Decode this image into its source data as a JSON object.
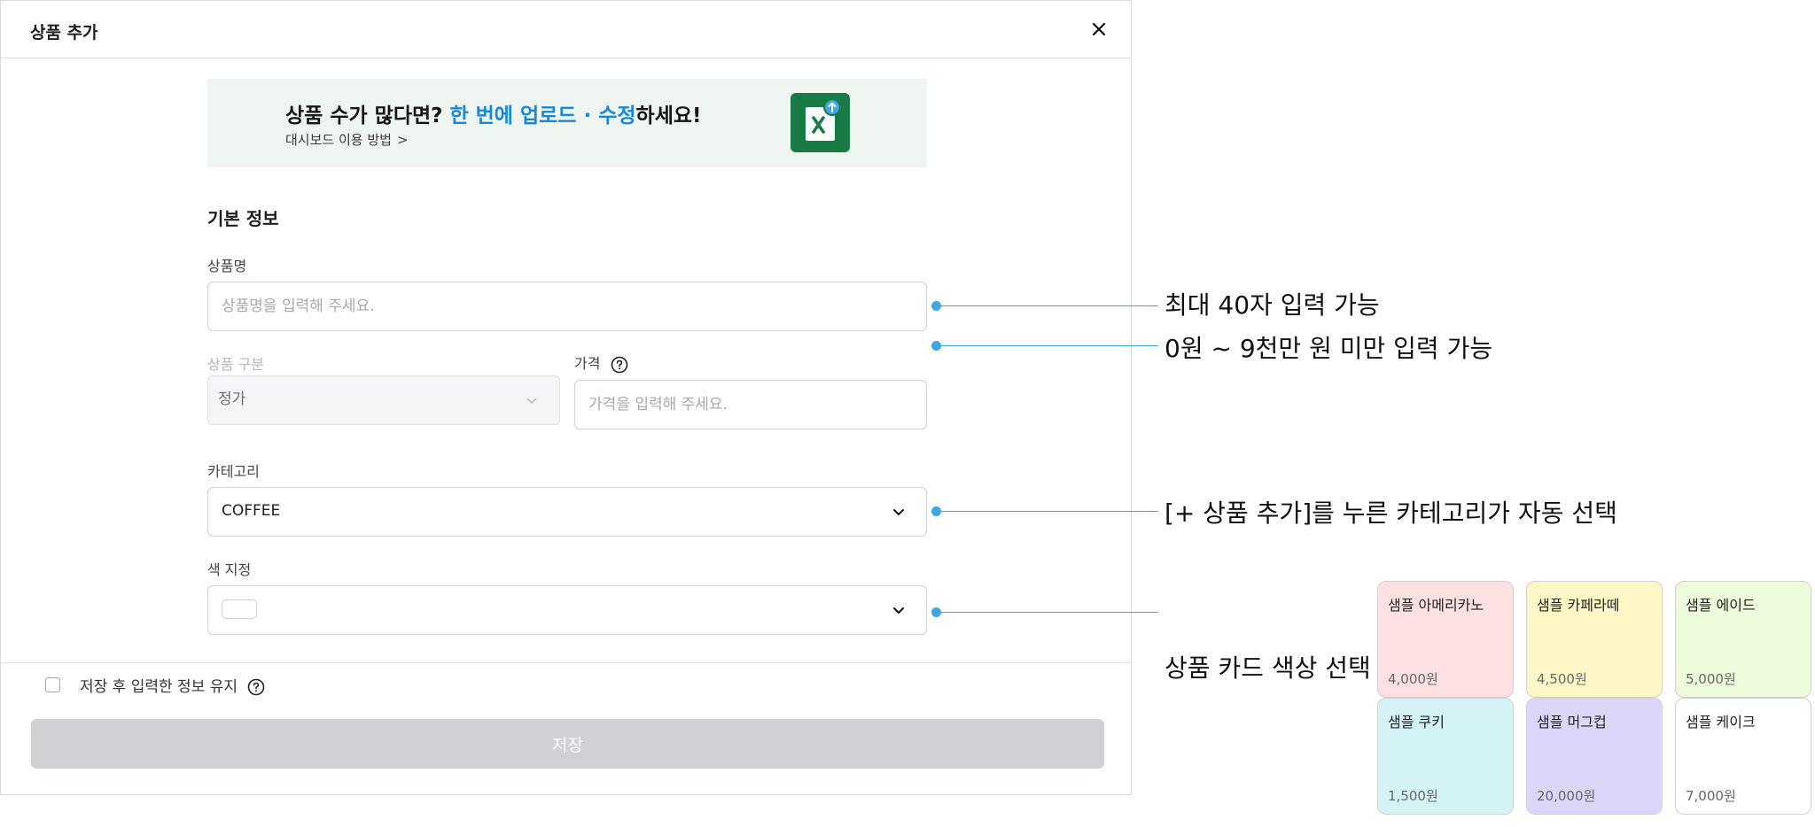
{
  "modal": {
    "title": "상품 추가",
    "banner": {
      "title_prefix": "상품 수가 많다면? ",
      "title_highlight": "한 번에 업로드 · 수정",
      "title_suffix": "하세요!",
      "link_label": "대시보드 이용 방법",
      "link_chevron": ">"
    },
    "section_title": "기본 정보",
    "fields": {
      "product_name": {
        "label": "상품명",
        "placeholder": "상품명을 입력해 주세요.",
        "value": ""
      },
      "product_type": {
        "label": "상품 구분",
        "value": "정가",
        "disabled": true
      },
      "price": {
        "label": "가격",
        "placeholder": "가격을 입력해 주세요.",
        "value": ""
      },
      "category": {
        "label": "카테고리",
        "value": "COFFEE"
      },
      "color": {
        "label": "색 지정",
        "value": "#ffffff"
      }
    },
    "keep_info_label": "저장 후 입력한 정보 유지",
    "save_label": "저장"
  },
  "annotations": {
    "name_limit": "최대 40자 입력 가능",
    "price_limit": "0원 ~ 9천만 원 미만 입력 가능",
    "category_auto": "[+ 상품 추가]를 누른 카테고리가 자동 선택",
    "card_color": "상품 카드 색상 선택"
  },
  "sample_cards": [
    {
      "name": "샘플 아메리카노",
      "price": "4,000원",
      "color": "#fde0e1"
    },
    {
      "name": "샘플 카페라떼",
      "price": "4,500원",
      "color": "#fff8c6"
    },
    {
      "name": "샘플 에이드",
      "price": "5,000원",
      "color": "#ecfbd9"
    },
    {
      "name": "샘플 쿠키",
      "price": "1,500원",
      "color": "#d3f3f5"
    },
    {
      "name": "샘플 머그컵",
      "price": "20,000원",
      "color": "#ddd6fa"
    },
    {
      "name": "샘플 케이크",
      "price": "7,000원",
      "color": "#ffffff"
    }
  ],
  "colors": {
    "accent": "#1787d9",
    "annotation": "#3da7e6",
    "excel_green": "#1a7a45",
    "banner_bg": "#eff6f1",
    "button_disabled": "#d0d1d5"
  },
  "icons": [
    "close-icon",
    "excel-upload-icon",
    "chevron-right-icon",
    "chevron-down-icon",
    "help-icon",
    "checkbox-icon"
  ]
}
